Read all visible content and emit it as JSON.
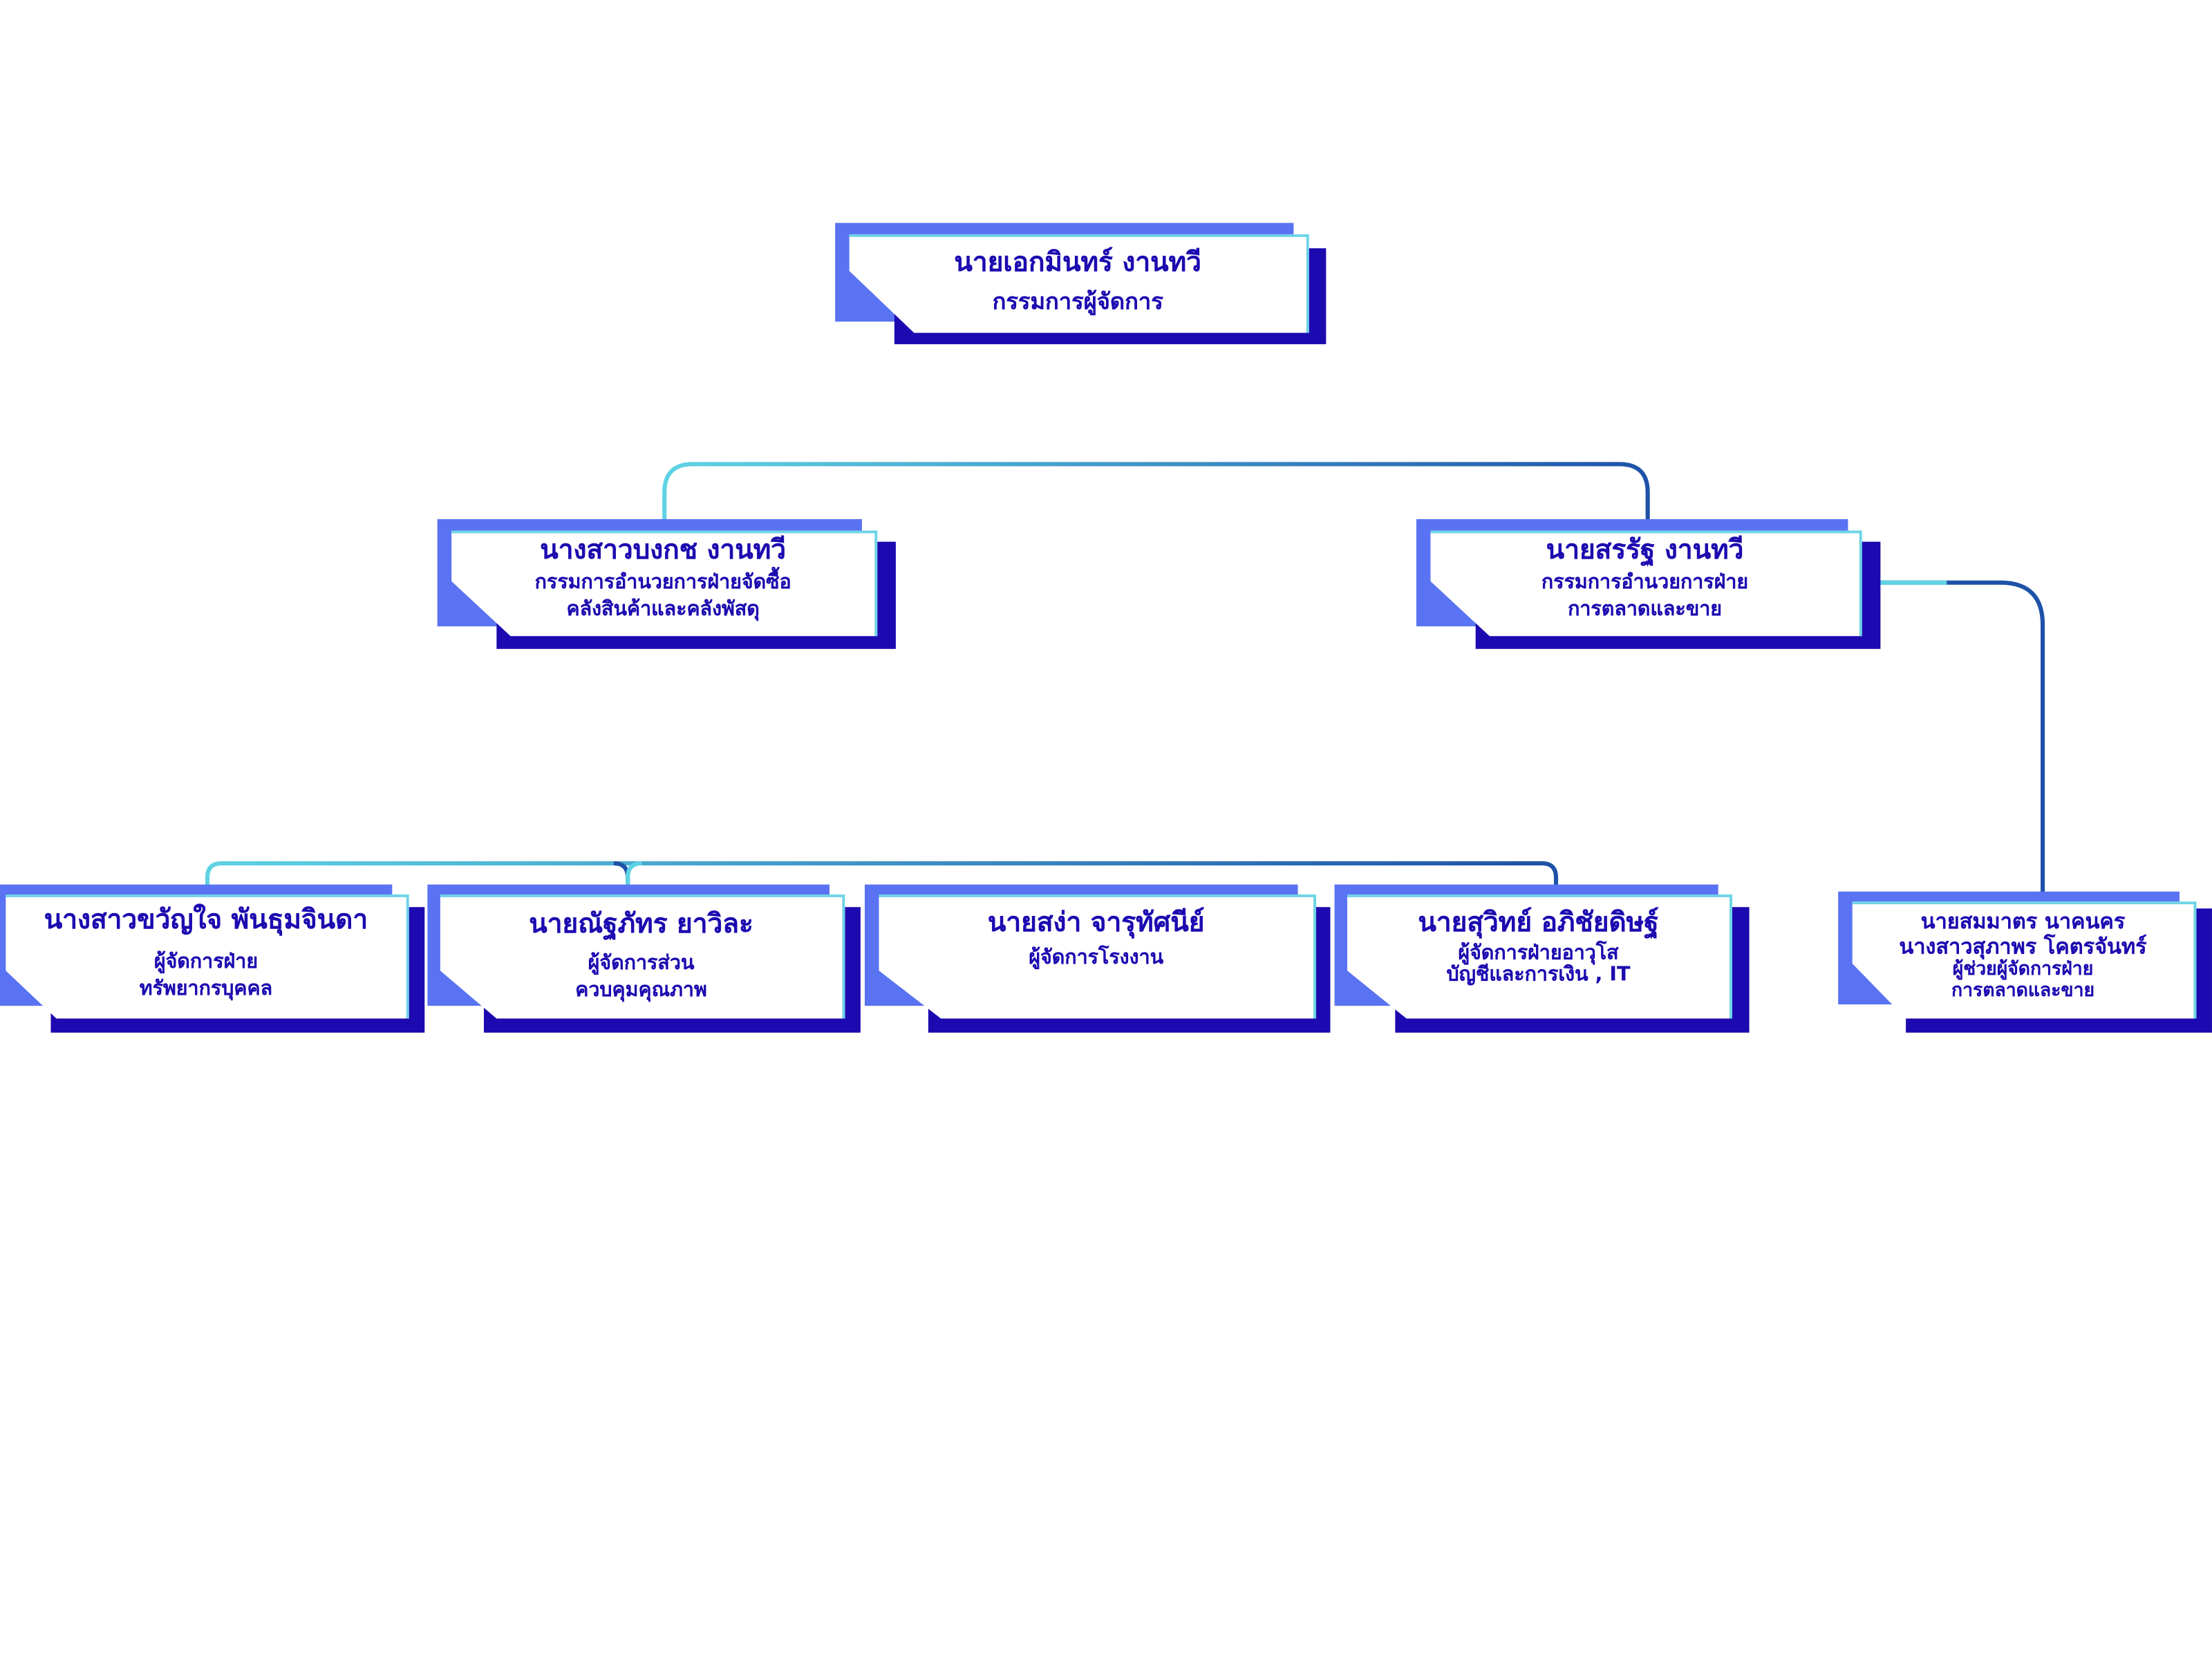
{
  "top": {
    "name": "นายเอกมินทร์  งานทวี",
    "role": "กรรมการผู้จัดการ"
  },
  "level2": [
    {
      "name": "นางสาวบงกช งานทวี",
      "role_lines": [
        "กรรมการอำนวยการฝ่ายจัดซื้อ",
        "คลังสินค้าและคลังพัสดุ"
      ]
    },
    {
      "name": "นายสรรัฐ  งานทวี",
      "role_lines": [
        "กรรมการอำนวยการฝ่าย",
        "การตลาดและขาย"
      ]
    }
  ],
  "level3": [
    {
      "name": "นางสาวขวัญใจ  พันธุมจินดา",
      "role_lines": [
        "ผู้จัดการฝ่าย",
        "ทรัพยากรบุคคล"
      ]
    },
    {
      "name": "นายณัฐภัทร ยาวิละ",
      "role_lines": [
        "ผู้จัดการส่วน",
        "ควบคุมคุณภาพ"
      ]
    },
    {
      "name": "นายสง่า จารุทัศนีย์",
      "role_lines": [
        "ผู้จัดการโรงงาน"
      ]
    },
    {
      "name": "นายสุวิทย์ อภิชัยดิษฐ์",
      "role_lines": [
        "ผู้จัดการฝ่ายอาวุโส",
        "บัญชีและการเงิน , IT"
      ]
    }
  ],
  "sales_assistant": {
    "names": [
      "นายสมมาตร นาคนคร",
      "นางสาวสุภาพร โคตรจันทร์"
    ],
    "role_lines": [
      "ผู้ช่วยผู้จัดการฝ่าย",
      "การตลาดและขาย"
    ]
  },
  "colors": {
    "text": "#1c0ab0",
    "shadow": "#1c0ab0",
    "back_plate": "#5a73f2",
    "box_edge": "#6fd4e6",
    "connector_light": "#5fd3e3",
    "connector_dark": "#1e52a8"
  }
}
